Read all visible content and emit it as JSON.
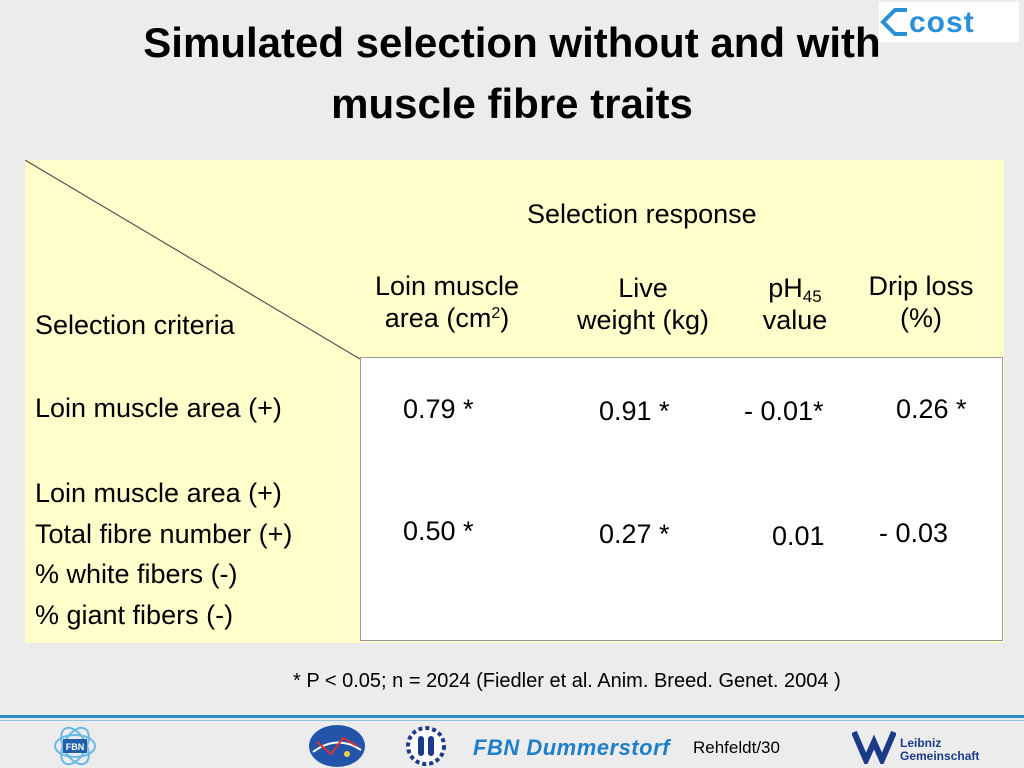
{
  "title": {
    "line1": "Simulated selection without and with",
    "line2": "muscle fibre traits"
  },
  "logos": {
    "cost": "cost",
    "fbn_badge": "FBN",
    "leibniz_line1": "Leibniz",
    "leibniz_line2": "Gemeinschaft",
    "fbn_name": "FBN Dummerstorf"
  },
  "table": {
    "super_header": "Selection response",
    "criteria_label": "Selection criteria",
    "columns": [
      {
        "line1": "Loin muscle",
        "line2_main": "area  (cm",
        "line2_sup": "2",
        "line2_end": ")"
      },
      {
        "line1": "Live",
        "line2": "weight (kg)"
      },
      {
        "line1_main": "pH",
        "line1_sub": "45",
        "line2": "value"
      },
      {
        "line1": "Drip loss",
        "line2": "(%)"
      }
    ],
    "rows": [
      {
        "criteria": [
          "Loin muscle area (+)"
        ],
        "values": [
          "0.79 *",
          "0.91 *",
          "- 0.01*",
          "0.26 *"
        ]
      },
      {
        "criteria": [
          "Loin muscle area (+)",
          "Total fibre number (+)",
          "% white fibers (-)",
          "% giant fibers (-)"
        ],
        "values": [
          "0.50 *",
          "0.27 *",
          "0.01",
          "- 0.03"
        ]
      }
    ]
  },
  "footnote": "* P < 0.05; n = 2024 (Fiedler et al. Anim. Breed. Genet. 2004 )",
  "footer": {
    "slide_number": "Rehfeldt/30"
  },
  "colors": {
    "panel": "#ffffcc",
    "footer_line": "#2e8bc9",
    "cost_logo": "#2a8fd6",
    "fbn_text": "#1f7fc8"
  }
}
